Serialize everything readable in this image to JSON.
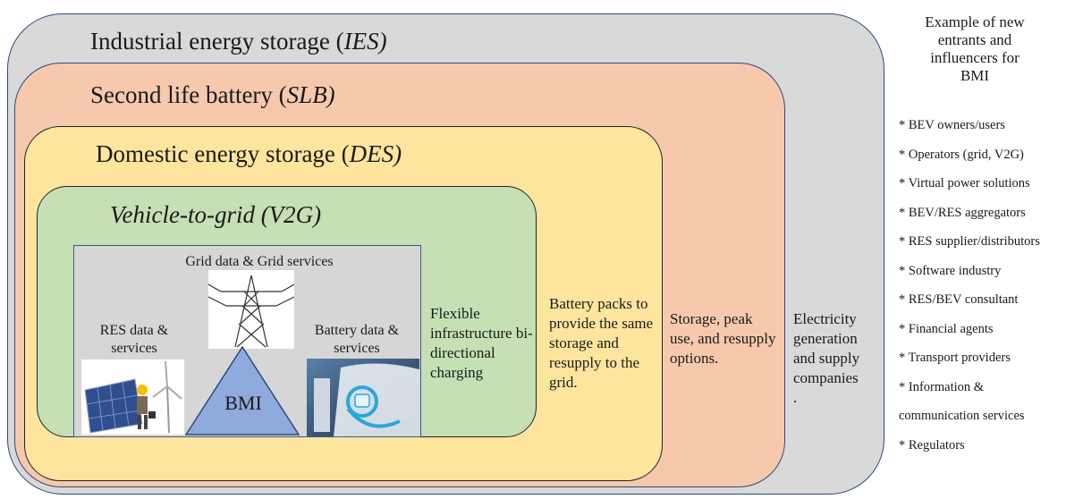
{
  "layers": {
    "ies": {
      "title": "Industrial energy storage (",
      "title_abbr": "IES)",
      "description": "Electricity generation and supply companies",
      "desc_trailing": "."
    },
    "slb": {
      "title": "Second life battery (",
      "title_abbr": "SLB)",
      "description": "Storage, peak use, and resupply options."
    },
    "des": {
      "title": "Domestic energy storage (",
      "title_abbr": "DES)",
      "description": "Battery packs to provide the same storage and resupply to the grid."
    },
    "v2g": {
      "title": "Vehicle-to-grid (V2G)",
      "description": "Flexible infrastructure bi-directional charging"
    }
  },
  "core": {
    "grid_label": "Grid data & Grid services",
    "res_label_line1": "RES data &",
    "res_label_line2": "services",
    "battery_label_line1": "Battery data &",
    "battery_label_line2": "services",
    "center_label": "BMI"
  },
  "entrants": {
    "heading_line1": "Example of new",
    "heading_line2": "entrants and",
    "heading_line3": "influencers for",
    "heading_line4": "BMI",
    "items": [
      "* BEV owners/users",
      "* Operators (grid, V2G)",
      "* Virtual power solutions",
      "* BEV/RES aggregators",
      "* RES supplier/distributors",
      "* Software industry",
      "* RES/BEV consultant",
      "* Financial agents",
      "* Transport providers",
      "* Information &",
      "communication services",
      "* Regulators"
    ]
  },
  "colors": {
    "ies": "#d9d9d9",
    "slb": "#f6c9ad",
    "des": "#fde59e",
    "v2g": "#c5e0b4",
    "core": "#d6d6d6",
    "triangle": "#8faadc"
  }
}
